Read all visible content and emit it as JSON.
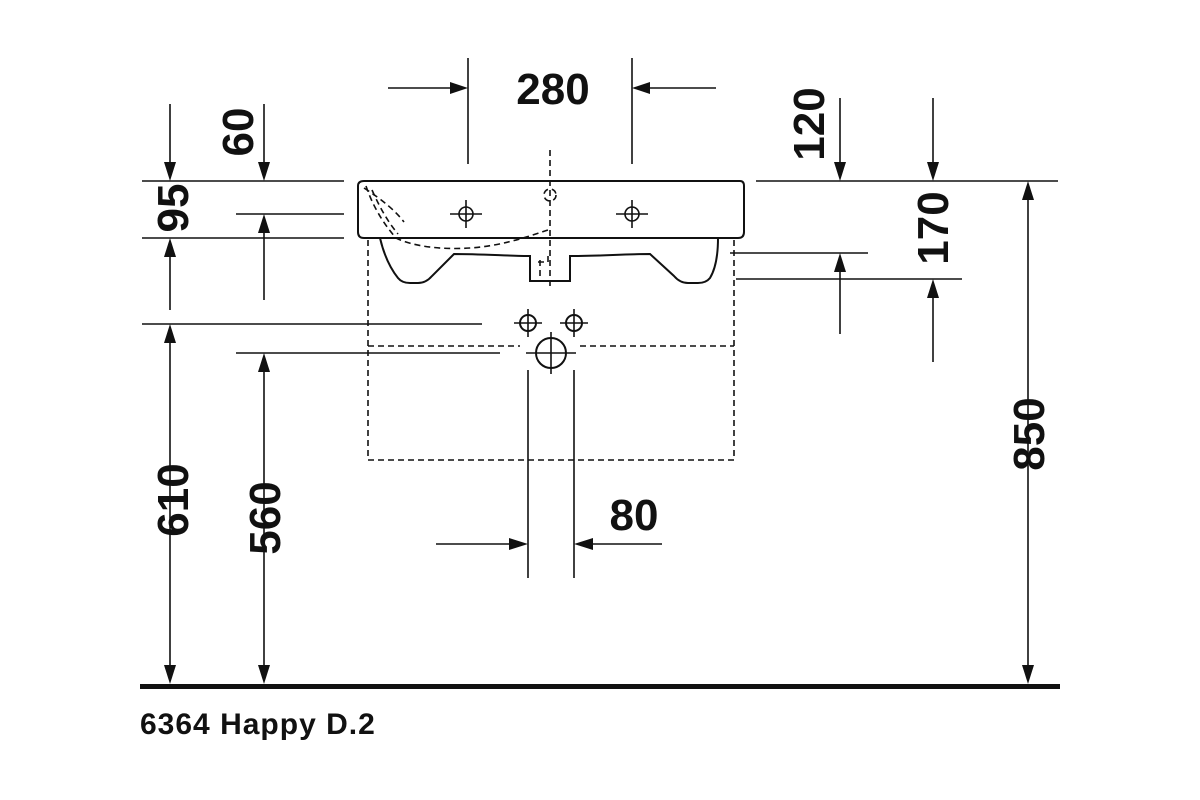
{
  "dimensions": {
    "tap_spacing": "280",
    "overflow_depth": "60",
    "rim_to_overflow": "95",
    "waste_height": "610",
    "supply_height": "560",
    "rim_top_offset": "120",
    "basin_depth": "170",
    "rim_height": "850",
    "waste_spacing": "80"
  },
  "caption": "6364 Happy D.2"
}
